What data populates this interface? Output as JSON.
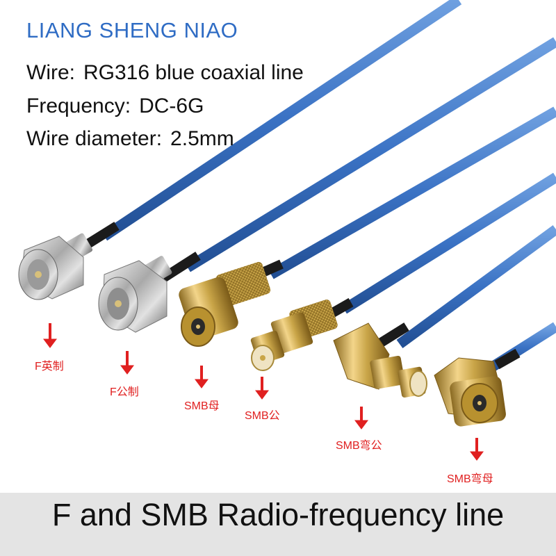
{
  "brand": {
    "text": "LIANG SHENG NIAO",
    "color": "#2f6cc4"
  },
  "specs": [
    {
      "label": "Wire:",
      "value": "RG316 blue coaxial line"
    },
    {
      "label": "Frequency:",
      "value": "DC-6G"
    },
    {
      "label": "Wire diameter:",
      "value": "2.5mm"
    }
  ],
  "connectors": [
    {
      "label": "F英制",
      "type": "F-male-imperial"
    },
    {
      "label": "F公制",
      "type": "F-male-metric"
    },
    {
      "label": "SMB母",
      "type": "SMB-female-straight"
    },
    {
      "label": "SMB公",
      "type": "SMB-male-straight"
    },
    {
      "label": "SMB弯公",
      "type": "SMB-male-right-angle"
    },
    {
      "label": "SMB弯母",
      "type": "SMB-female-right-angle"
    }
  ],
  "footer": {
    "title": "F and SMB Radio-frequency line"
  },
  "colors": {
    "cable": "#3f78c8",
    "arrow": "#e02020",
    "gold": "#c9a548",
    "silver": "#b8b8b8",
    "footer_bg": "#e4e4e4"
  }
}
